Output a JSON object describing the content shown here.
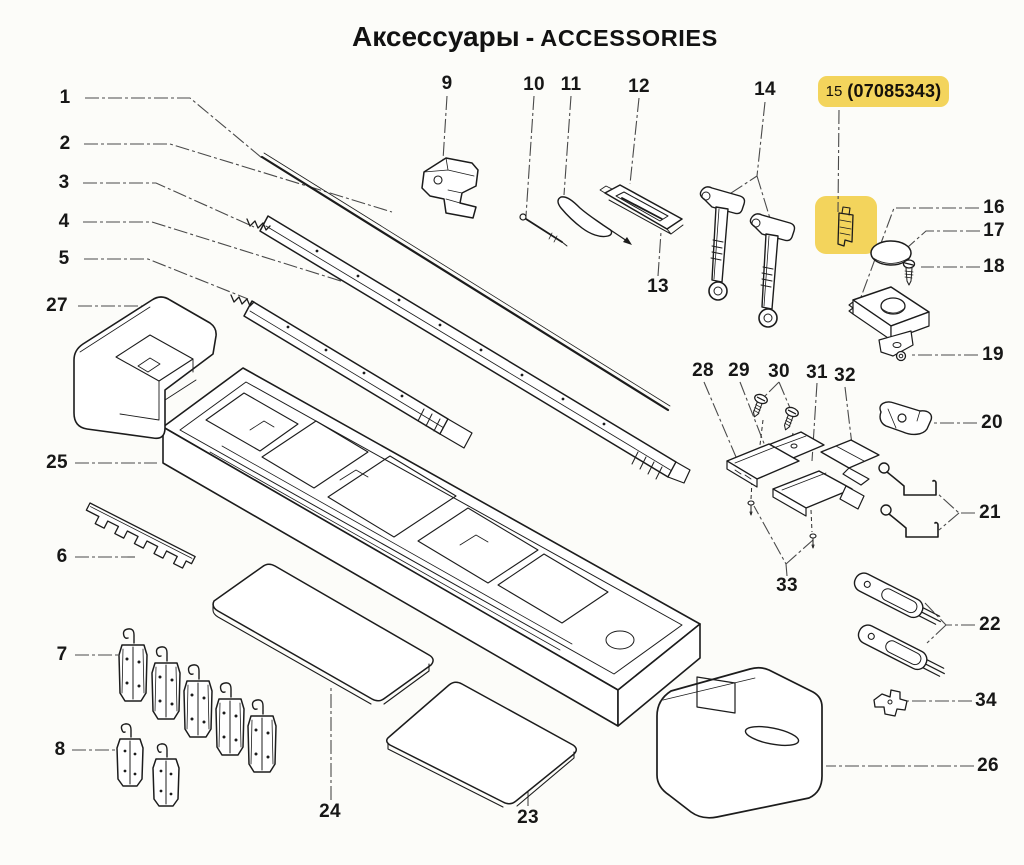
{
  "title": {
    "ru": "Аксессуары",
    "separator": "-",
    "en": "ACCESSORIES"
  },
  "highlight": {
    "part_no": "15",
    "code": "(07085343)",
    "color": "#F3D45C"
  },
  "callouts": [
    "1",
    "2",
    "3",
    "4",
    "5",
    "27",
    "25",
    "6",
    "7",
    "8",
    "9",
    "10",
    "11",
    "12",
    "13",
    "14",
    "16",
    "17",
    "18",
    "19",
    "20",
    "21",
    "22",
    "34",
    "26",
    "28",
    "29",
    "30",
    "31",
    "32",
    "33",
    "23",
    "24"
  ],
  "colors": {
    "background": "#FCFCF9",
    "line_art": "#1C1C1C",
    "leader_line": "#4A4A4A",
    "highlight": "#F3D45C"
  }
}
